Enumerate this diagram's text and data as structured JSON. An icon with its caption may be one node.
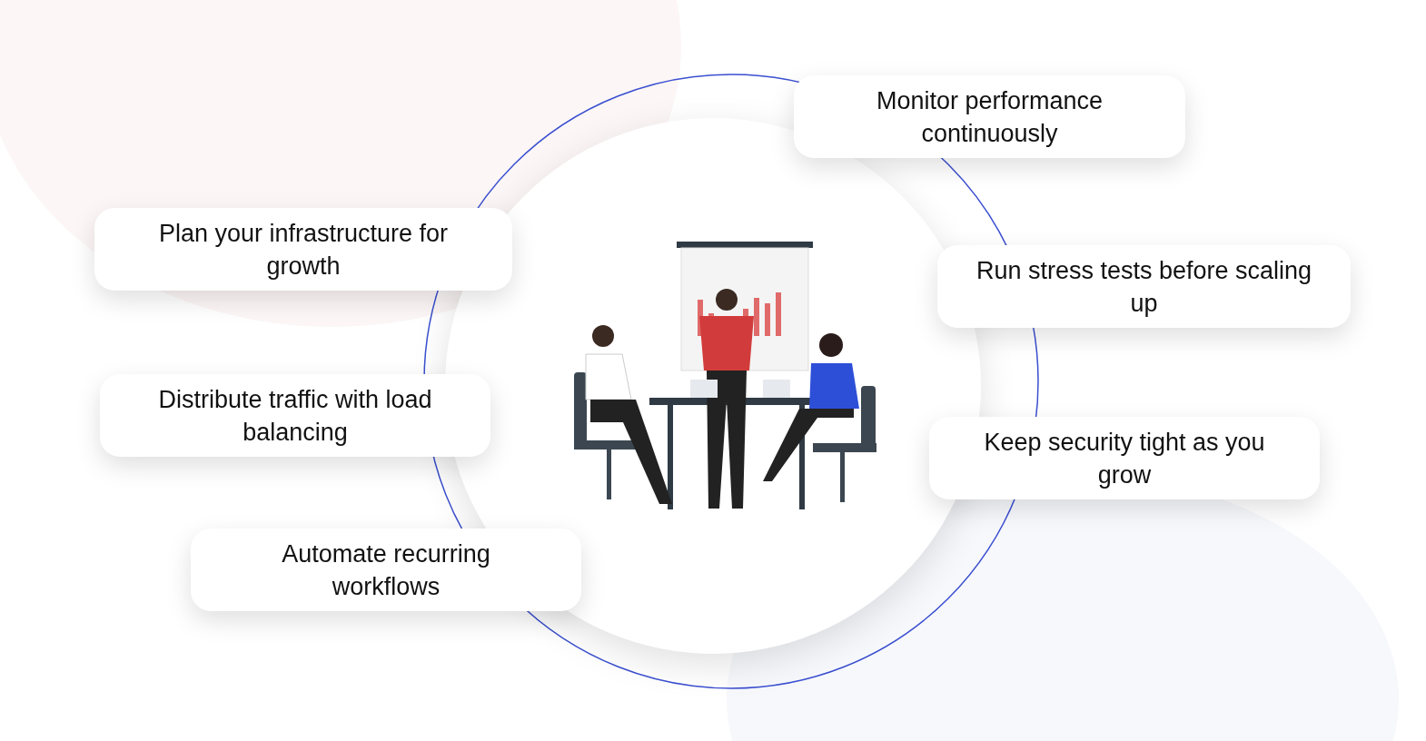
{
  "diagram": {
    "nodes": [
      {
        "text": [
          "Monitor performance continuously"
        ]
      },
      {
        "text": [
          "Plan your infrastructure for growth"
        ]
      },
      {
        "text": [
          "Run stress tests before scaling up"
        ]
      },
      {
        "text": [
          "Distribute traffic with load balancing"
        ]
      },
      {
        "text": [
          "Keep security tight as you grow"
        ]
      },
      {
        "text": [
          "Automate recurring workflows"
        ]
      }
    ]
  }
}
